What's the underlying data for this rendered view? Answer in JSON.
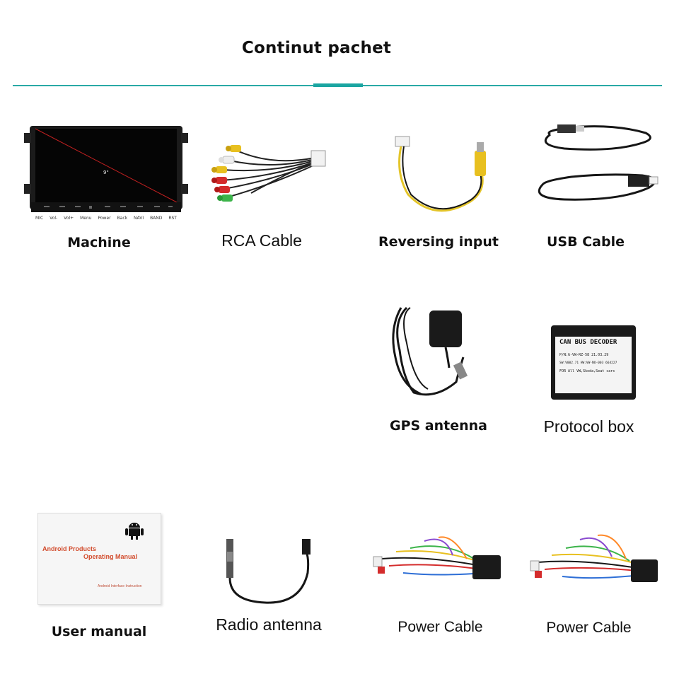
{
  "header": {
    "title": "Continut pachet"
  },
  "colors": {
    "accent": "#1aa5a1",
    "rule": "#2aa9a6",
    "cable_dark": "#161616",
    "rca_yellow": "#e8c020",
    "rca_red": "#d42c2c",
    "rca_white": "#eeeeee"
  },
  "items": [
    {
      "id": "machine",
      "label": "Machine",
      "screen_text": "9\"",
      "buttons": [
        "MIC",
        "Vol-",
        "Vol+",
        "Menu",
        "Power",
        "Back",
        "NAVI",
        "BAND",
        "RST"
      ]
    },
    {
      "id": "rca-cable",
      "label": "RCA Cable"
    },
    {
      "id": "reversing-input",
      "label": "Reversing input"
    },
    {
      "id": "usb-cable",
      "label": "USB Cable"
    },
    {
      "id": "gps-antenna",
      "label": "GPS antenna"
    },
    {
      "id": "protocol-box",
      "label": "Protocol box",
      "sticker": [
        "CAN BUS DECODER",
        "P/N:G-VW-RZ-58   21.03.29",
        "SW:V002.71 HW:VW-NO-003 664227",
        "FOR All VW,Skoda,Seat cars"
      ]
    },
    {
      "id": "user-manual",
      "label": "User manual",
      "cover_line1": "Android Products",
      "cover_line2": "Operating Manual",
      "cover_small": "Android Interface Instruction"
    },
    {
      "id": "radio-antenna",
      "label": "Radio antenna"
    },
    {
      "id": "power-cable-1",
      "label": "Power Cable"
    },
    {
      "id": "power-cable-2",
      "label": "Power Cable"
    }
  ]
}
